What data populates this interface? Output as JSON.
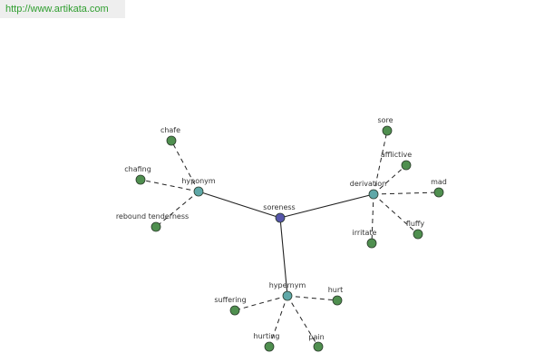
{
  "watermark": "http://www.artikata.com",
  "colors": {
    "root": "#5555aa",
    "relation": "#5fa8a8",
    "leaf": "#4f8f4f",
    "stroke": "#2a3a2a",
    "edge": "#222222",
    "watermark_bg": "#eeeeee",
    "watermark_text": "#2f9e2f"
  },
  "graph": {
    "root": "soreness",
    "relations": [
      {
        "id": "hyponym",
        "label": "hyponym",
        "children": [
          "chafe",
          "chafing",
          "rebound tenderness"
        ]
      },
      {
        "id": "derivation",
        "label": "derivation",
        "children": [
          "sore",
          "afflictive",
          "mad",
          "fluffy",
          "irritate"
        ]
      },
      {
        "id": "hypernym",
        "label": "hypernym",
        "children": [
          "suffering",
          "hurt",
          "hurting",
          "pain"
        ]
      }
    ]
  }
}
